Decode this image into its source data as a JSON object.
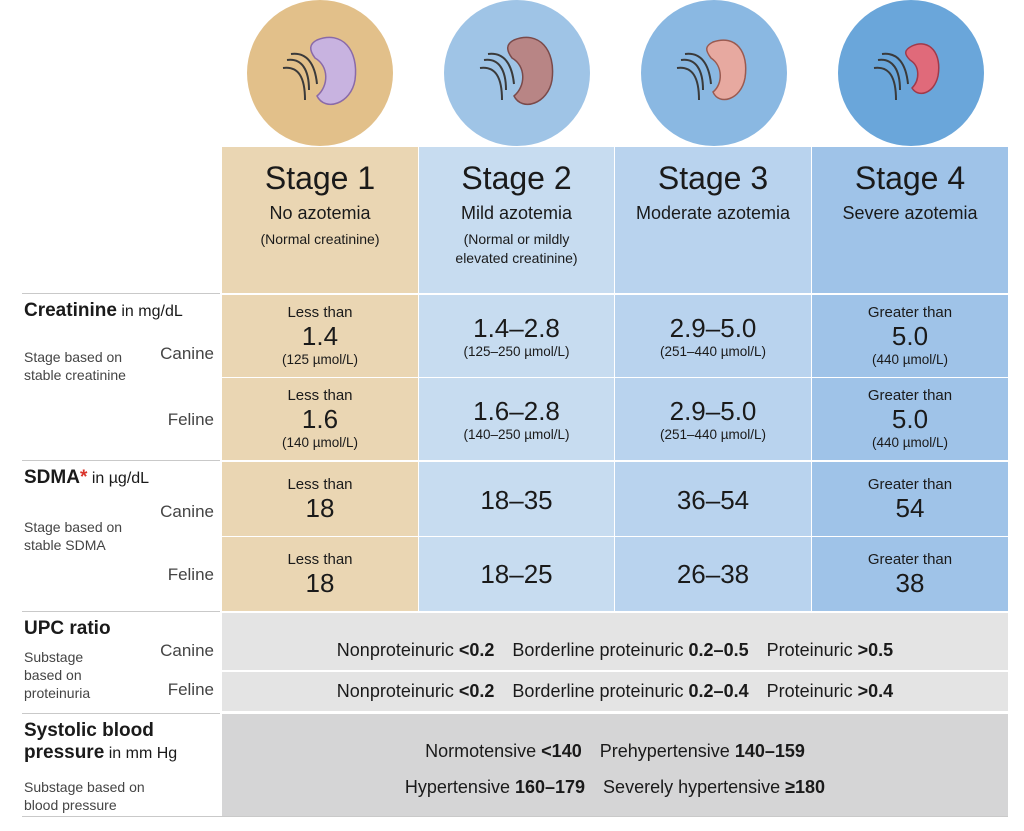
{
  "stages": [
    {
      "title": "Stage 1",
      "subtitle": "No azotemia",
      "note": "(Normal creatinine)",
      "color": "#ead6b3"
    },
    {
      "title": "Stage 2",
      "subtitle": "Mild azotemia",
      "note": "(Normal or mildly elevated creatinine)",
      "color": "#c7dcf0"
    },
    {
      "title": "Stage 3",
      "subtitle": "Moderate azotemia",
      "note": "",
      "color": "#b9d3ee"
    },
    {
      "title": "Stage 4",
      "subtitle": "Severe azotemia",
      "note": "",
      "color": "#9fc3e8"
    }
  ],
  "creatinine": {
    "heading": "Creatinine",
    "unit": "in mg/dL",
    "desc": "Stage based on stable creatinine",
    "canine_label": "Canine",
    "feline_label": "Feline",
    "canine": [
      {
        "pre": "Less than",
        "value": "1.4",
        "unit": "(125 µmol/L)"
      },
      {
        "pre": "",
        "value": "1.4–2.8",
        "unit": "(125–250 µmol/L)"
      },
      {
        "pre": "",
        "value": "2.9–5.0",
        "unit": "(251–440 µmol/L)"
      },
      {
        "pre": "Greater than",
        "value": "5.0",
        "unit": "(440 µmol/L)"
      }
    ],
    "feline": [
      {
        "pre": "Less than",
        "value": "1.6",
        "unit": "(140 µmol/L)"
      },
      {
        "pre": "",
        "value": "1.6–2.8",
        "unit": "(140–250 µmol/L)"
      },
      {
        "pre": "",
        "value": "2.9–5.0",
        "unit": "(251–440 µmol/L)"
      },
      {
        "pre": "Greater than",
        "value": "5.0",
        "unit": "(440 µmol/L)"
      }
    ]
  },
  "sdma": {
    "heading": "SDMA",
    "star": "*",
    "unit": "in µg/dL",
    "desc": "Stage based on stable SDMA",
    "canine_label": "Canine",
    "feline_label": "Feline",
    "canine": [
      {
        "pre": "Less than",
        "value": "18"
      },
      {
        "pre": "",
        "value": "18–35"
      },
      {
        "pre": "",
        "value": "36–54"
      },
      {
        "pre": "Greater than",
        "value": "54"
      }
    ],
    "feline": [
      {
        "pre": "Less than",
        "value": "18"
      },
      {
        "pre": "",
        "value": "18–25"
      },
      {
        "pre": "",
        "value": "26–38"
      },
      {
        "pre": "Greater than",
        "value": "38"
      }
    ]
  },
  "upc": {
    "heading": "UPC ratio",
    "desc": "Substage based on proteinuria",
    "canine_label": "Canine",
    "feline_label": "Feline",
    "canine": {
      "non_label": "Nonproteinuric",
      "non_value": "<0.2",
      "border_label": "Borderline proteinuric",
      "border_value": "0.2–0.5",
      "pro_label": "Proteinuric",
      "pro_value": ">0.5"
    },
    "feline": {
      "non_label": "Nonproteinuric",
      "non_value": "<0.2",
      "border_label": "Borderline proteinuric",
      "border_value": "0.2–0.4",
      "pro_label": "Proteinuric",
      "pro_value": ">0.4"
    }
  },
  "bp": {
    "heading_line1": "Systolic blood",
    "heading_line2": "pressure",
    "unit": "in mm Hg",
    "desc": "Substage based on blood pressure",
    "normo_label": "Normotensive",
    "normo_value": "<140",
    "prehyper_label": "Prehypertensive",
    "prehyper_value": "140–159",
    "hyper_label": "Hypertensive",
    "hyper_value": "160–179",
    "severe_label": "Severely hypertensive",
    "severe_value": "≥180"
  },
  "kidney_icons": [
    "kidney-healthy-icon",
    "kidney-mild-icon",
    "kidney-moderate-icon",
    "kidney-severe-icon"
  ],
  "colors": {
    "circle1": "#e2c08a",
    "circle2": "#9fc4e6",
    "circle3": "#8ab8e2",
    "circle4": "#6aa6da",
    "gray_upc": "#e4e4e4",
    "gray_bp": "#d5d5d6",
    "asterisk": "#d9342b"
  }
}
